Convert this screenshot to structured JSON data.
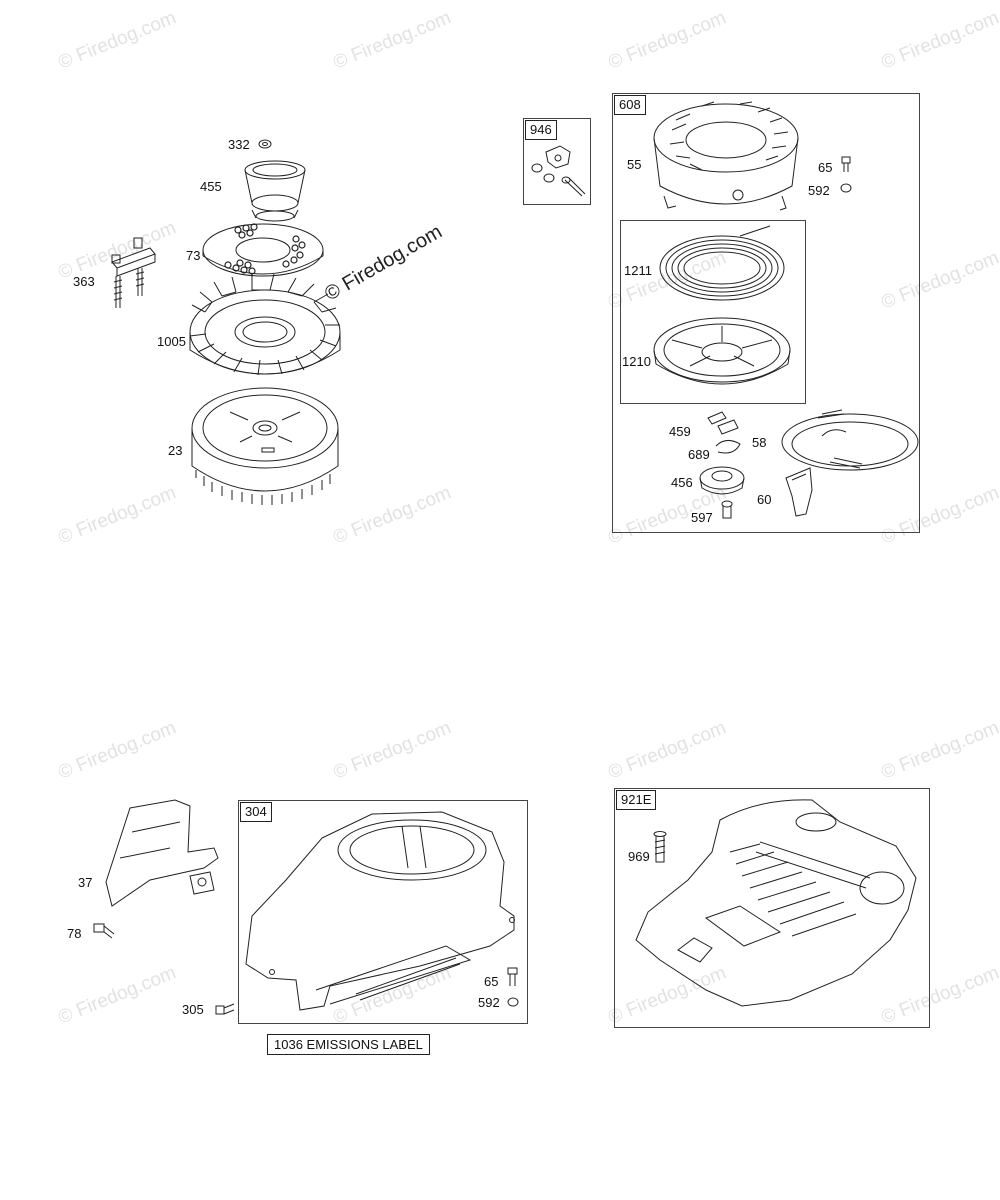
{
  "watermark": "© Firedog.com",
  "main_watermark": "© Firedog.com",
  "group_labels": {
    "g946": "946",
    "g608": "608",
    "g304": "304",
    "g921e": "921E"
  },
  "emissions_label": "1036 EMISSIONS LABEL",
  "parts": {
    "p332": "332",
    "p455": "455",
    "p73": "73",
    "p363": "363",
    "p1005": "1005",
    "p23": "23",
    "p55": "55",
    "p65a": "65",
    "p592a": "592",
    "p1211": "1211",
    "p1210": "1210",
    "p459": "459",
    "p58": "58",
    "p689": "689",
    "p456": "456",
    "p60": "60",
    "p597": "597",
    "p37": "37",
    "p78": "78",
    "p305": "305",
    "p65b": "65",
    "p592b": "592",
    "p969": "969"
  }
}
